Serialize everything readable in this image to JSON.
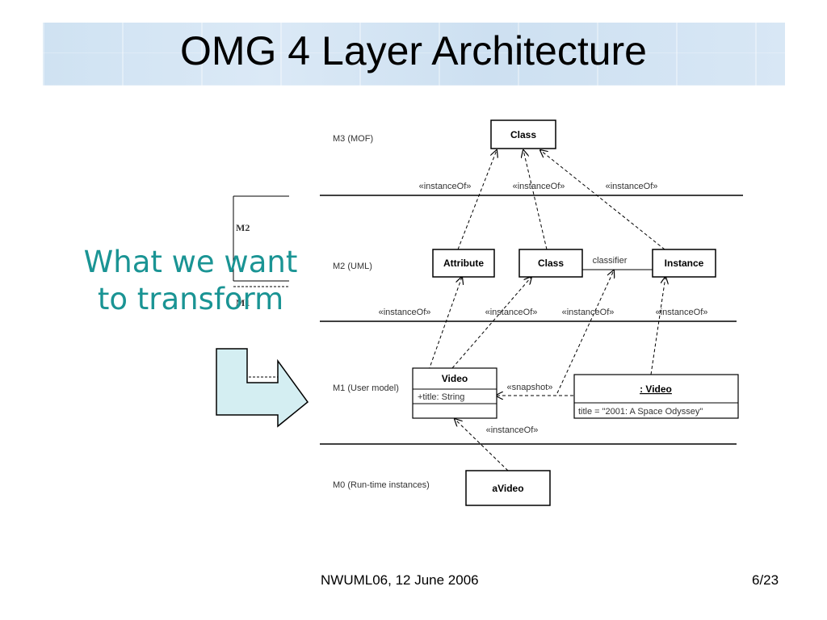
{
  "slide": {
    "title": "OMG 4 Layer Architecture",
    "side_text_line1": "What we want",
    "side_text_line2": "to transform",
    "footer_left": "NWUML06, 12 June 2006",
    "footer_right": "6/23"
  },
  "layers": {
    "m3": "M3 (MOF)",
    "m2": "M2 (UML)",
    "m1": "M1 (User model)",
    "m0": "M0 (Run-time instances)"
  },
  "boxes": {
    "m3_class": "Class",
    "attribute": "Attribute",
    "m2_class": "Class",
    "instance": "Instance",
    "video": "Video",
    "video_attr": "+title: String",
    "video_instance": ": Video",
    "video_instance_attr": "title = \"2001: A Space Odyssey\"",
    "avideo": "aVideo"
  },
  "edge_labels": {
    "m3_instance_of_1": "«instanceOf»",
    "m3_instance_of_2": "«instanceOf»",
    "m3_instance_of_3": "«instanceOf»",
    "classifier": "classifier",
    "m2_instance_of_1": "«instanceOf»",
    "m2_instance_of_2": "«instanceOf»",
    "m2_instance_of_3": "«instanceOf»",
    "m2_instance_of_4": "«instanceOf»",
    "snapshot": "«snapshot»",
    "m1_instance_of": "«instanceOf»"
  },
  "thumbnail": {
    "m2": "M2",
    "m1": "M1"
  }
}
